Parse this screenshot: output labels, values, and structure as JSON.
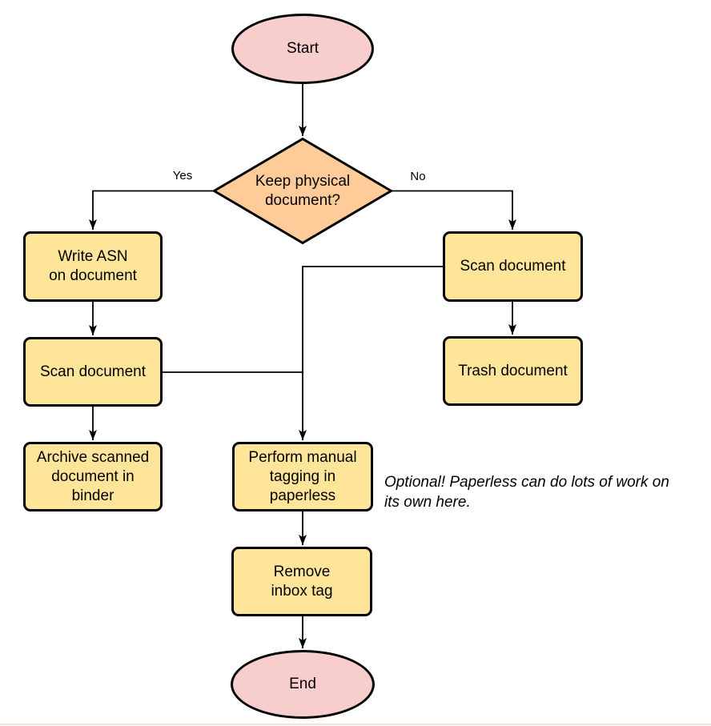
{
  "diagram": {
    "colors": {
      "terminal_fill": "#F8CECC",
      "decision_fill": "#FFCC99",
      "process_fill": "#FFE599",
      "stroke": "#000000",
      "edge": "#000000",
      "text": "#000000",
      "background": "#FFFFFF",
      "page_edge": "#F1DED8"
    },
    "nodes": {
      "start": {
        "type": "terminal",
        "label": "Start"
      },
      "decision": {
        "type": "decision",
        "label": "Keep physical\ndocument?"
      },
      "write_asn": {
        "type": "process",
        "label": "Write ASN\non document"
      },
      "scan_left": {
        "type": "process",
        "label": "Scan document"
      },
      "archive": {
        "type": "process",
        "label": "Archive scanned\ndocument in\nbinder"
      },
      "scan_right": {
        "type": "process",
        "label": "Scan document"
      },
      "trash": {
        "type": "process",
        "label": "Trash document"
      },
      "tagging": {
        "type": "process",
        "label": "Perform manual\ntagging in\npaperless"
      },
      "remove_inbox": {
        "type": "process",
        "label": "Remove\ninbox tag"
      },
      "end": {
        "type": "terminal",
        "label": "End"
      }
    },
    "edge_labels": {
      "yes": "Yes",
      "no": "No"
    },
    "annotation": {
      "text": "Optional! Paperless can do lots of work on\nits own here."
    }
  }
}
